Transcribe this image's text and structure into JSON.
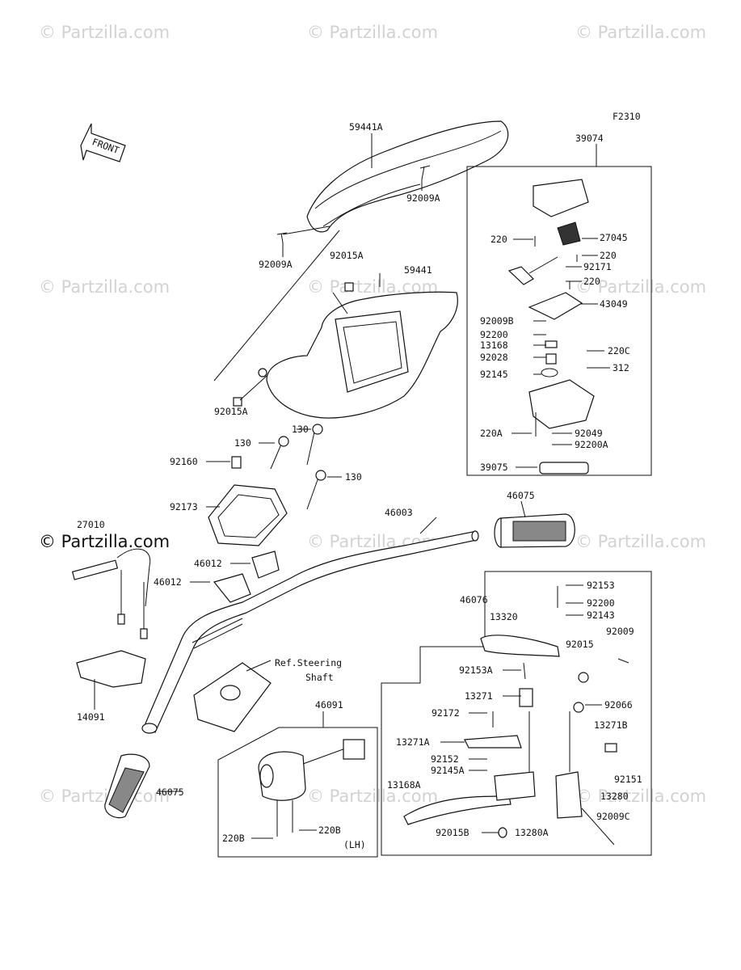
{
  "watermark_text": "© Partzilla.com",
  "figure_code": "F2310",
  "front_arrow_label": "FRONT",
  "ref_note_line1": "Ref.Steering",
  "ref_note_line2": "Shaft",
  "lh_note": "(LH)",
  "labels": {
    "p59441A": "59441A",
    "p92009A_top": "92009A",
    "p92009A_left": "92009A",
    "p92015A_top": "92015A",
    "p59441": "59441",
    "p92015A_bot": "92015A",
    "p39074": "39074",
    "p220_a": "220",
    "p27045": "27045",
    "p220_b": "220",
    "p92171": "92171",
    "p220_c": "220",
    "p43049": "43049",
    "p92009B": "92009B",
    "p92200": "92200",
    "p13168": "13168",
    "p92028": "92028",
    "p220C": "220C",
    "p92145": "92145",
    "p312": "312",
    "p220A": "220A",
    "p92049": "92049",
    "p92200A": "92200A",
    "p39075": "39075",
    "p130_a": "130",
    "p130_b": "130",
    "p92160": "92160",
    "p130_c": "130",
    "p92173": "92173",
    "p27010": "27010",
    "p46003": "46003",
    "p46075_top": "46075",
    "p46012_a": "46012",
    "p46012_b": "46012",
    "p46076": "46076",
    "p92153": "92153",
    "p92200_r": "92200",
    "p13320": "13320",
    "p92143": "92143",
    "p92009": "92009",
    "p92015": "92015",
    "p92153A": "92153A",
    "p13271": "13271",
    "p92066": "92066",
    "p14091": "14091",
    "p46091": "46091",
    "p92172": "92172",
    "p13271B": "13271B",
    "p13271A": "13271A",
    "p92152": "92152",
    "p92151": "92151",
    "p92145A": "92145A",
    "p13168A": "13168A",
    "p13280": "13280",
    "p46075_bot": "46075",
    "p92009C": "92009C",
    "p220B_a": "220B",
    "p220B_b": "220B",
    "p92015B": "92015B",
    "p13280A": "13280A"
  }
}
